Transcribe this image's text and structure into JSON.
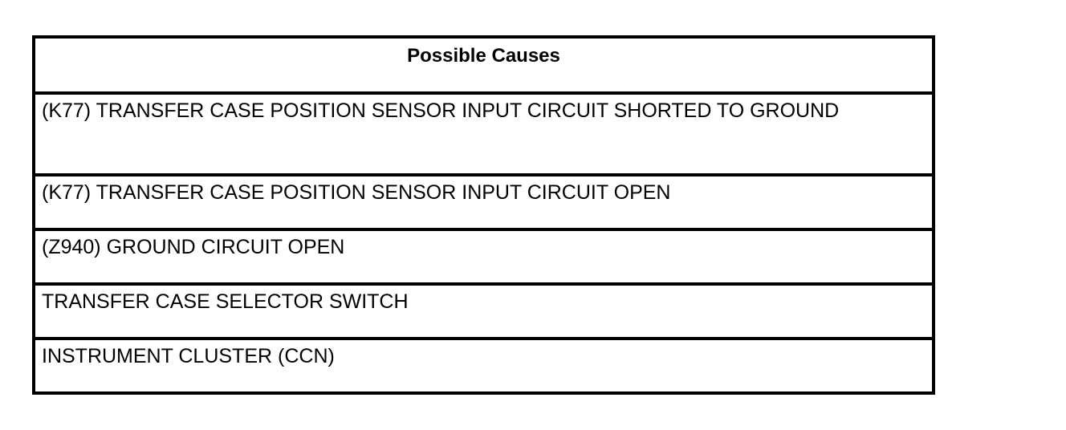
{
  "table": {
    "header": "Possible Causes",
    "rows": [
      "(K77) TRANSFER CASE POSITION SENSOR INPUT CIRCUIT SHORTED TO GROUND",
      "(K77) TRANSFER CASE POSITION SENSOR INPUT CIRCUIT OPEN",
      "(Z940) GROUND CIRCUIT OPEN",
      "TRANSFER CASE SELECTOR SWITCH",
      "INSTRUMENT CLUSTER (CCN)"
    ]
  }
}
